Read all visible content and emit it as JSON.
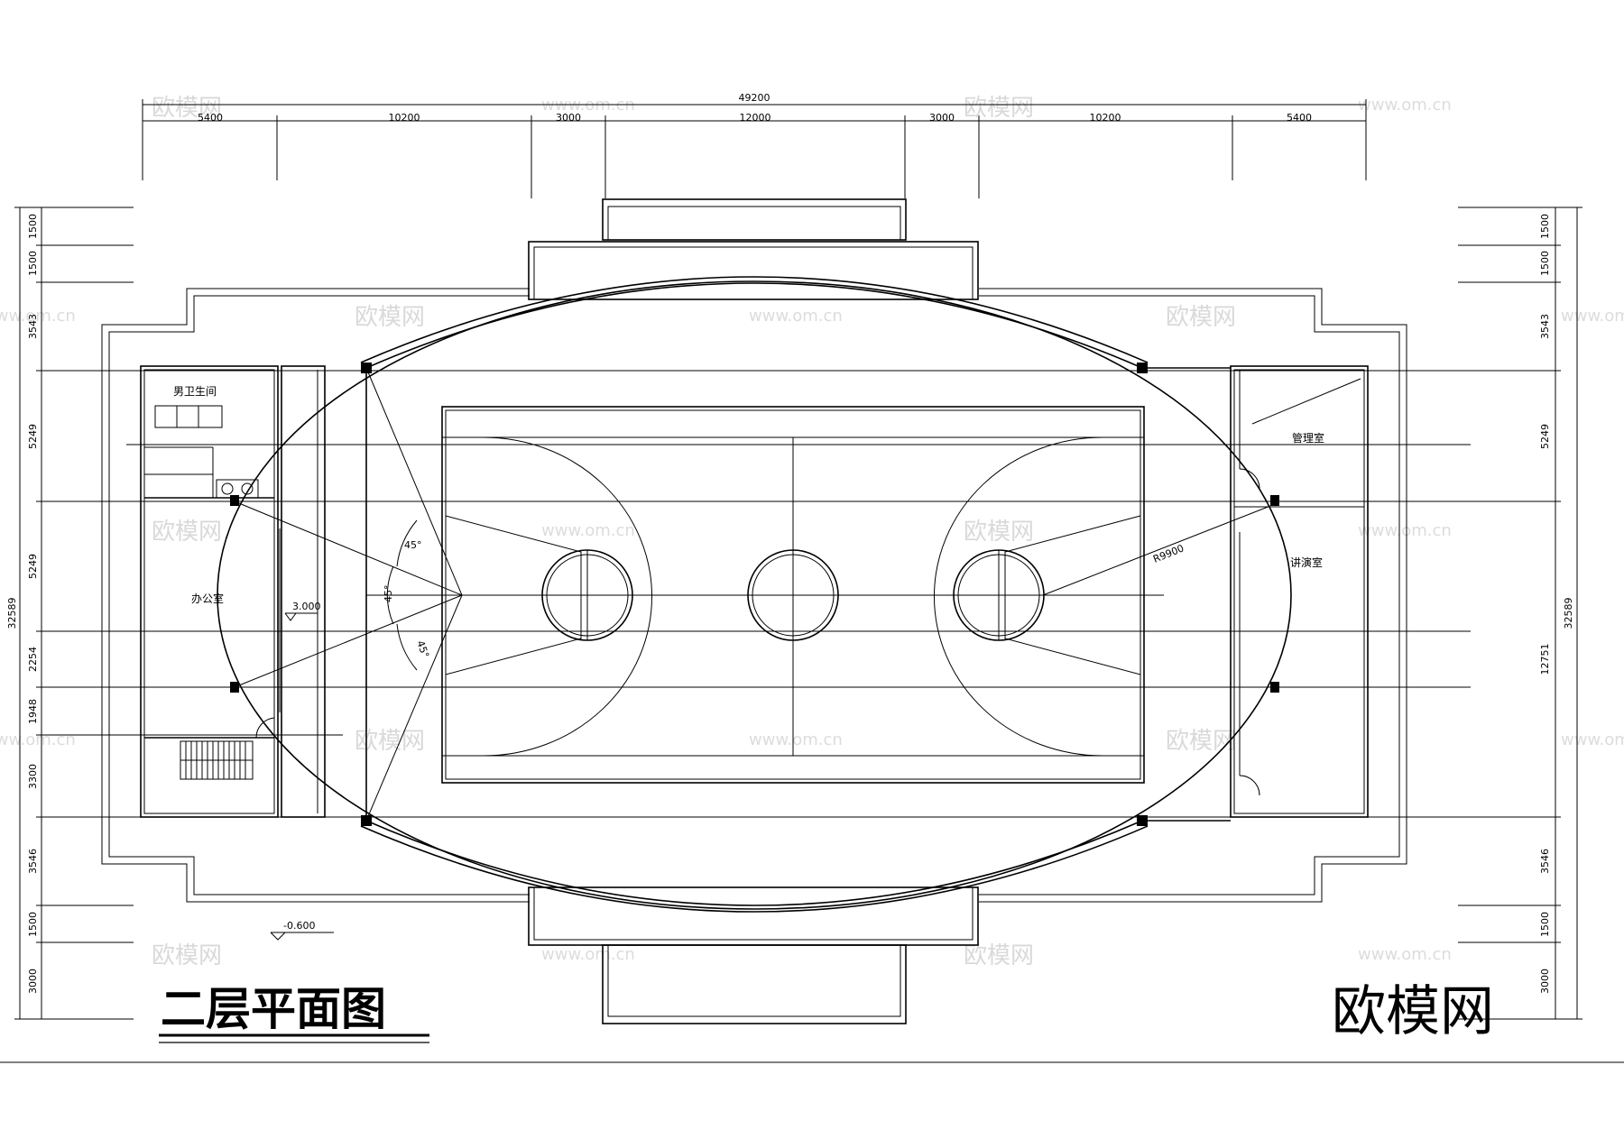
{
  "title": "二层平面图",
  "brand": "欧模网",
  "watermark_text": "欧模网",
  "watermark_url": "www.om.cn",
  "top_total": "49200",
  "top_dims": [
    "5400",
    "10200",
    "3000",
    "12000",
    "3000",
    "10200",
    "5400"
  ],
  "left_dims": [
    "1500",
    "1500",
    "3543",
    "5249",
    "5249",
    "2254",
    "1948",
    "3300",
    "3546",
    "1500",
    "3000"
  ],
  "left_total": "32589",
  "right_dims": [
    "1500",
    "1500",
    "3543",
    "5249",
    "12751",
    "3546",
    "1500",
    "3000"
  ],
  "right_total": "32589",
  "rooms": {
    "mens_toilet": "男卫生间",
    "office": "办公室",
    "management": "管理室",
    "lecture": "讲演室"
  },
  "angles": [
    "45°",
    "45°",
    "45°"
  ],
  "radius_label": "R9900",
  "level_2": "3.000",
  "level_ground": "-0.600"
}
